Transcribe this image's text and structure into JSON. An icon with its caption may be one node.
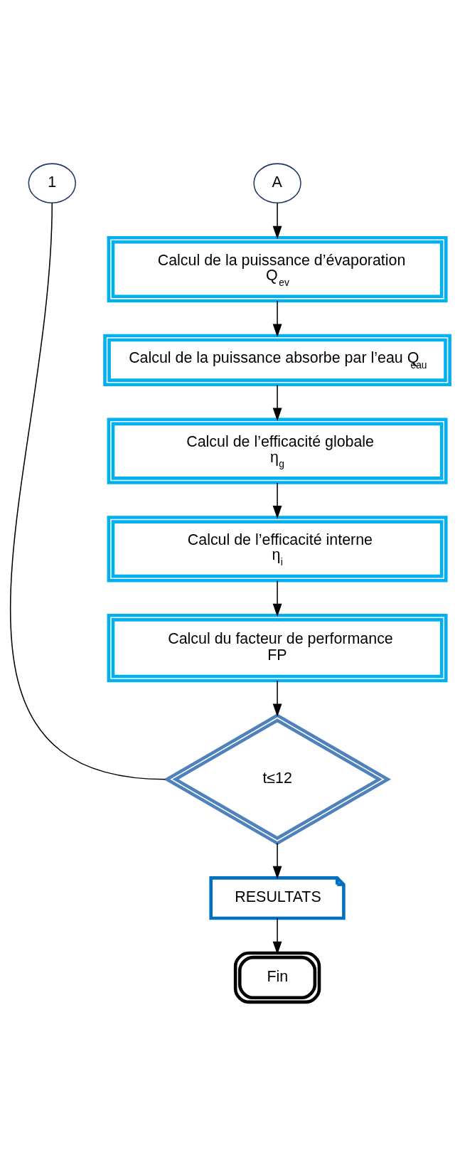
{
  "diagram": {
    "nodes": [
      {
        "text": [
          "1"
        ]
      },
      {
        "text": [
          "A"
        ]
      },
      {
        "text": [
          "Calcul de la puissance d’évaporation",
          "Q$_{ev}$"
        ]
      },
      {
        "text": [
          "Calcul de la puissance absorbe par l’eau Q$_{eau}$"
        ]
      },
      {
        "text": [
          "Calcul de l’efficacité globale",
          "η$_{g}$"
        ]
      },
      {
        "text": [
          "Calcul de l’efficacité interne",
          "η$_{i}$"
        ]
      },
      {
        "text": [
          "Calcul du facteur de performance",
          "FP"
        ]
      },
      {
        "text": [
          "t≤12"
        ]
      },
      {
        "text": [
          "RESULTATS"
        ]
      },
      {
        "text": [
          "Fin"
        ]
      }
    ],
    "edges": [
      {
        "from": 1,
        "to": 2,
        "arrow": "to"
      },
      {
        "from": 2,
        "to": 3,
        "arrow": "to"
      },
      {
        "from": 3,
        "to": 4,
        "arrow": "to"
      },
      {
        "from": 4,
        "to": 5,
        "arrow": "to"
      },
      {
        "from": 5,
        "to": 6,
        "arrow": "to"
      },
      {
        "from": 6,
        "to": 7,
        "arrow": "to"
      },
      {
        "from": 0,
        "to": 7,
        "arrow": "none"
      },
      {
        "from": 7,
        "to": 8,
        "arrow": "to"
      },
      {
        "from": 8,
        "to": 9,
        "arrow": "to"
      }
    ]
  }
}
